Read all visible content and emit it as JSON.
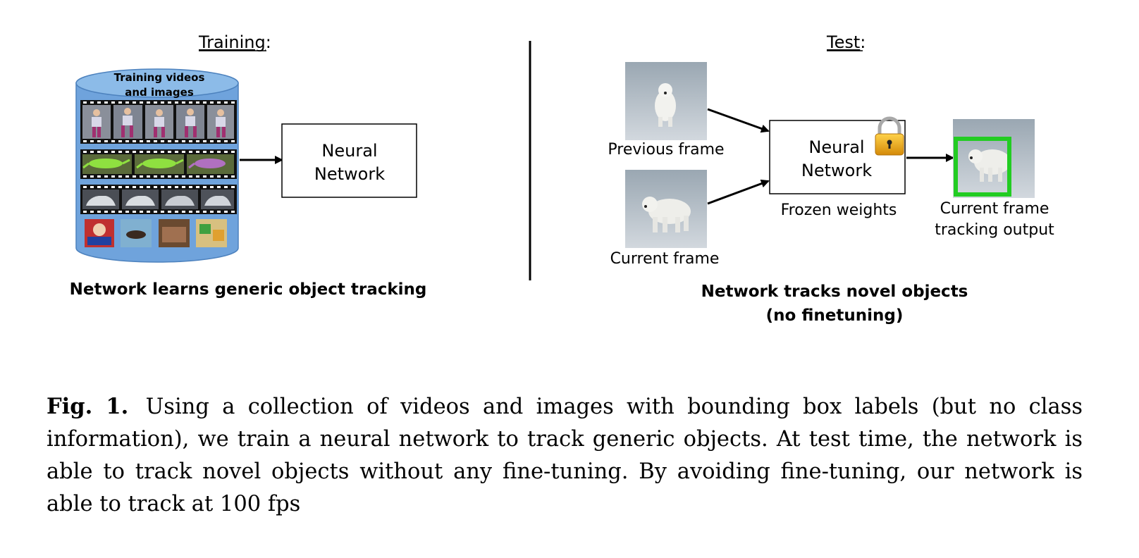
{
  "training": {
    "heading": "Training",
    "heading_suffix": ":",
    "database_label_line1": "Training videos",
    "database_label_line2": "and images",
    "network_line1": "Neural",
    "network_line2": "Network",
    "summary": "Network learns generic object tracking"
  },
  "test": {
    "heading": "Test",
    "heading_suffix": ":",
    "previous_frame_label": "Previous frame",
    "current_frame_label": "Current frame",
    "network_line1": "Neural",
    "network_line2": "Network",
    "frozen_label": "Frozen weights",
    "output_label_line1": "Current frame",
    "output_label_line2": "tracking output",
    "summary_line1": "Network tracks novel objects",
    "summary_line2": "(no finetuning)"
  },
  "caption": {
    "label": "Fig. 1.",
    "text": "Using a collection of videos and images with bounding box labels (but no class information), we train a neural network to track generic objects. At test time, the network is able to track novel objects without any fine-tuning. By avoiding fine-tuning, our network is able to track at 100 fps"
  },
  "colors": {
    "database_fill": "#6fa3dc",
    "database_top": "#8cbbe8",
    "tracking_box": "#22cc22",
    "lock_body": "#f0b020",
    "snow": "#c3cbd3"
  }
}
